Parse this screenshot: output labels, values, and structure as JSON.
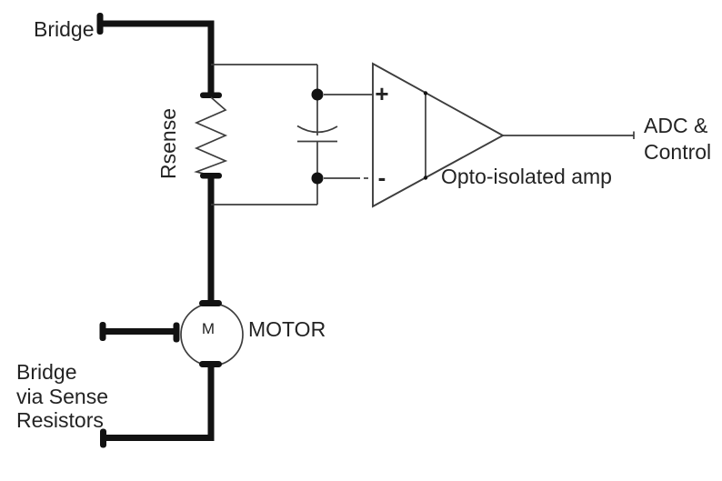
{
  "diagram": {
    "type": "circuit-schematic",
    "labels": {
      "bridge_top": "Bridge",
      "rsense": "Rsense",
      "opamp_plus": "+",
      "opamp_minus": "-",
      "opto_amp": "Opto-isolated amp",
      "adc_line1": "ADC &",
      "adc_line2": "Control",
      "motor_m": "M",
      "motor": "MOTOR",
      "bridge_bottom_line1": "Bridge",
      "bridge_bottom_line2": "via Sense",
      "bridge_bottom_line3": "Resistors"
    },
    "colors": {
      "background": "#ffffff",
      "thick-line": "#121212",
      "thin-line": "#3d3d3d",
      "text-color": "#232323"
    }
  }
}
